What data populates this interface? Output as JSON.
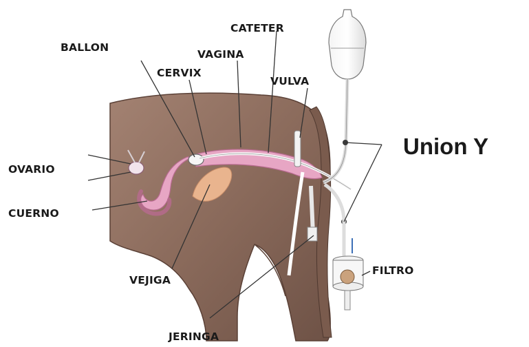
{
  "labels": {
    "cateter": "CATETER",
    "ballon": "BALLON",
    "vagina": "VAGINA",
    "cervix": "CERVIX",
    "vulva": "VULVA",
    "union_y": "Union Y",
    "ovario": "OVARIO",
    "cuerno": "CUERNO",
    "vejiga": "VEJIGA",
    "filtro": "FILTRO",
    "jeringa": "JERINGA"
  },
  "colors": {
    "body": "#8a6a5b",
    "body_dark": "#6e5246",
    "tract": "#e7a6c4",
    "bladder": "#e9b48e",
    "leader": "#333333"
  }
}
